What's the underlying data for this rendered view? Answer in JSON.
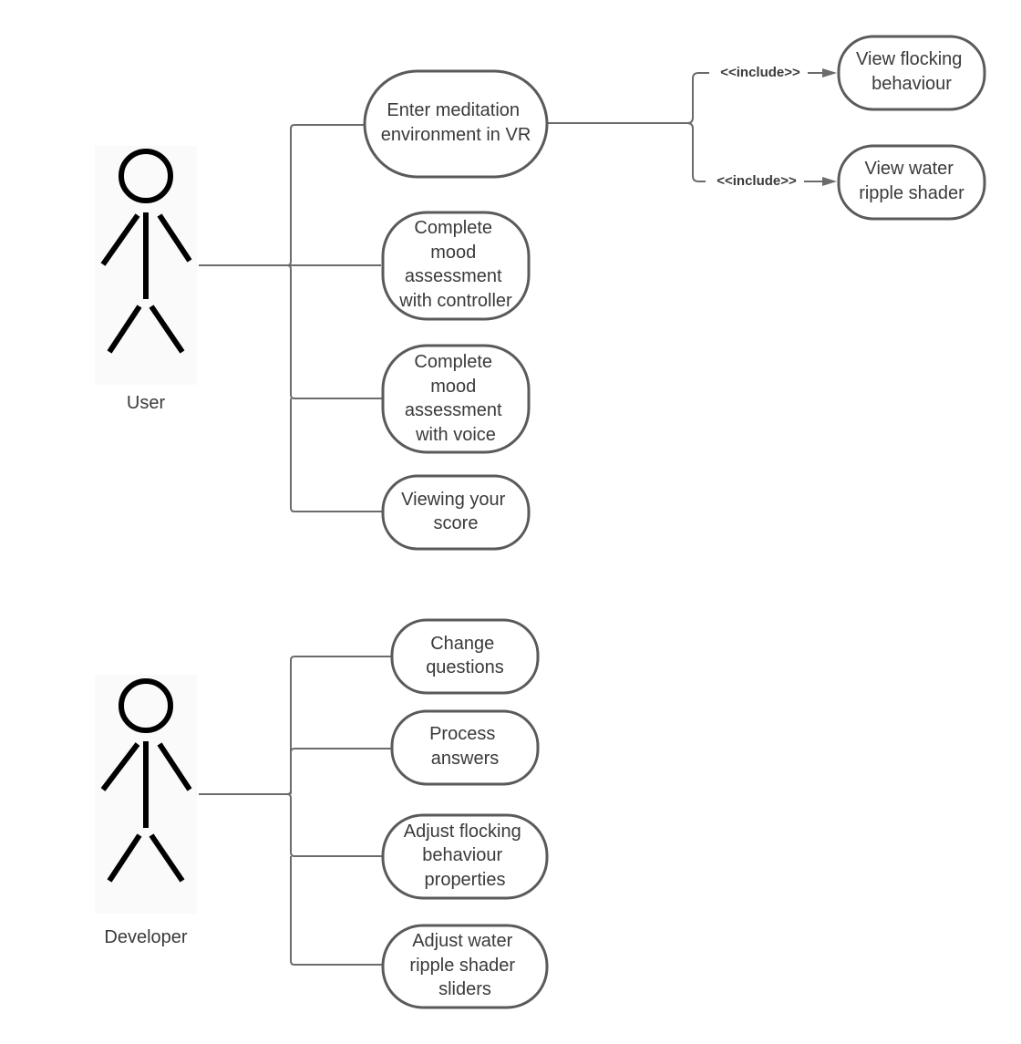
{
  "actors": {
    "user": {
      "label": "User"
    },
    "developer": {
      "label": "Developer"
    }
  },
  "use_cases": {
    "enter_meditation": [
      "Enter meditation",
      "environment in VR"
    ],
    "mood_controller": [
      "Complete",
      "mood",
      "assessment",
      "with controller"
    ],
    "mood_voice": [
      "Complete",
      "mood",
      "assessment",
      "with voice"
    ],
    "viewing_score": [
      "Viewing your",
      "score"
    ],
    "view_flocking": [
      "View flocking",
      "behaviour"
    ],
    "view_water": [
      "View water",
      "ripple shader"
    ],
    "change_questions": [
      "Change",
      "questions"
    ],
    "process_answers": [
      "Process",
      "answers"
    ],
    "adjust_flocking": [
      "Adjust flocking",
      "behaviour",
      "properties"
    ],
    "adjust_water": [
      "Adjust water",
      "ripple shader",
      "sliders"
    ]
  },
  "relations": {
    "include_1": "<<include>>",
    "include_2": "<<include>>"
  },
  "colors": {
    "line": "#6b6b6b",
    "shape_border": "#5a5a5a",
    "stick_figure": "#000000",
    "actor_background": "#fafafa"
  }
}
